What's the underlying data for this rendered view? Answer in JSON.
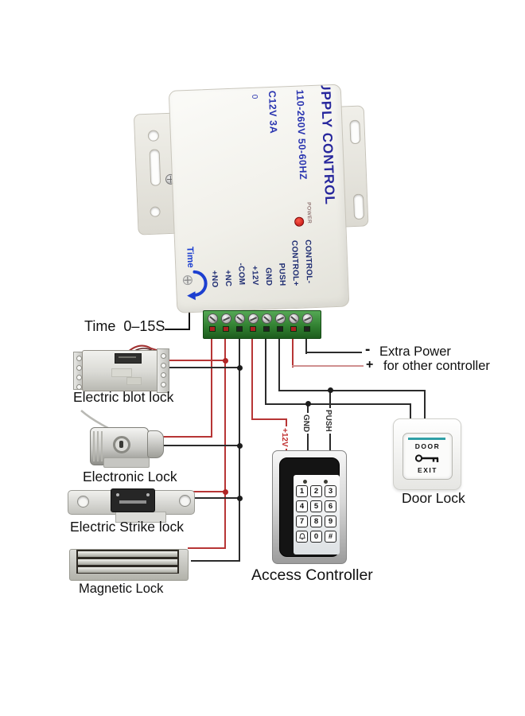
{
  "psu": {
    "brand_text": "UPPLY CONTROL",
    "spec_voltage": "110-260V 50-60HZ",
    "spec_output": "C12V 3A",
    "partial_char": "0",
    "power_led_label": "POWER",
    "time_knob_label": "Time",
    "terminals": [
      "+NO",
      "+NC",
      "-COM",
      "+12V",
      "GND",
      "PUSH",
      "CONTROL+",
      "CONTROL-"
    ]
  },
  "annotations": {
    "time_range": "Time  0–15S",
    "extra_power_minus": "-",
    "extra_power_plus": "+",
    "extra_power_line1": "Extra Power",
    "extra_power_line2": "for other controller",
    "wire_tag_12v": "+12V",
    "wire_tag_gnd": "GND",
    "wire_tag_push": "PUSH"
  },
  "devices": {
    "bolt_lock": "Electric blot lock",
    "electronic_lock": "Electronic Lock",
    "strike_lock": "Electric Strike lock",
    "magnetic_lock": "Magnetic Lock",
    "access_controller": "Access Controller",
    "door_lock": "Door Lock"
  },
  "door_button": {
    "line1": "DOOR",
    "line2": "EXIT",
    "icon": "key-icon"
  },
  "keypad": {
    "keys": [
      "1",
      "2",
      "3",
      "4",
      "5",
      "6",
      "7",
      "8",
      "9",
      "0",
      "#"
    ],
    "bell_key_icon": "bell-icon"
  },
  "colors": {
    "wire_red": "#b73535",
    "wire_black": "#2b2b2b",
    "extra_plus_pink": "#cf8f8f",
    "terminal_green": "#2f7d2f",
    "brand_blue": "#26269c",
    "led_red": "#b80d0d",
    "door_teal": "#2f9fa6"
  }
}
